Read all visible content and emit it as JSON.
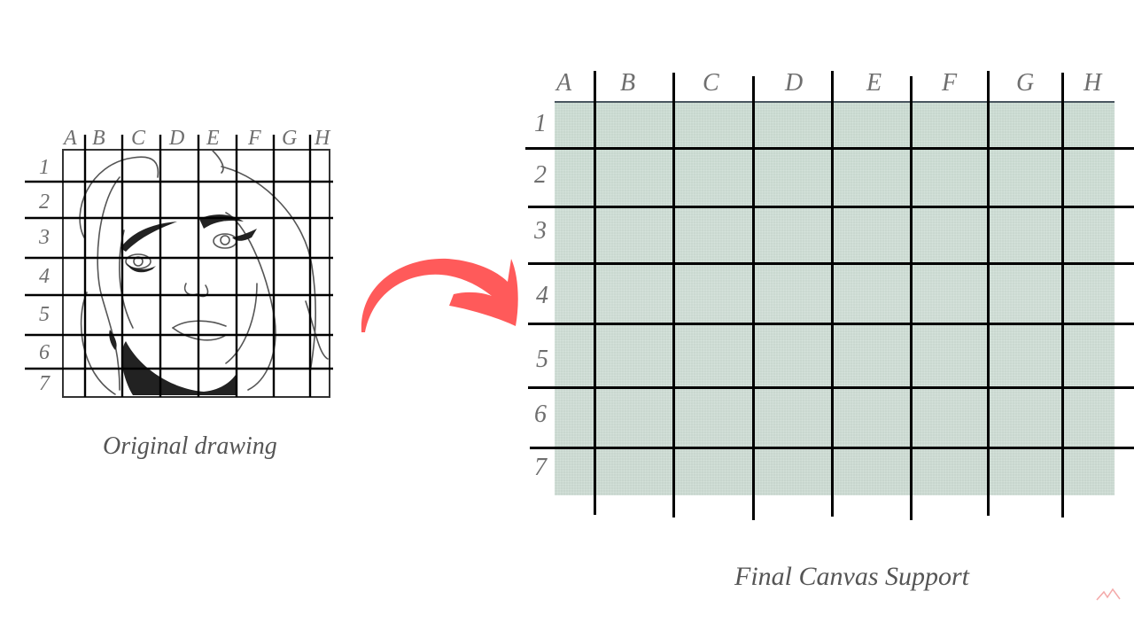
{
  "left_panel": {
    "caption": "Original drawing",
    "column_labels": [
      "A",
      "B",
      "C",
      "D",
      "E",
      "F",
      "G",
      "H"
    ],
    "row_labels": [
      "1",
      "2",
      "3",
      "4",
      "5",
      "6",
      "7"
    ],
    "image_description": "line drawing of a woman's face with a grid overlay"
  },
  "arrow": {
    "icon": "curved-arrow-right-icon",
    "color": "#ff5a5a"
  },
  "right_panel": {
    "caption": "Final Canvas Support",
    "column_labels": [
      "A",
      "B",
      "C",
      "D",
      "E",
      "F",
      "G",
      "H"
    ],
    "row_labels": [
      "1",
      "2",
      "3",
      "4",
      "5",
      "6",
      "7"
    ],
    "canvas_color": "#d1dfd7"
  },
  "watermark": {
    "icon": "logo-mark-icon",
    "color": "#f4a9a9"
  }
}
